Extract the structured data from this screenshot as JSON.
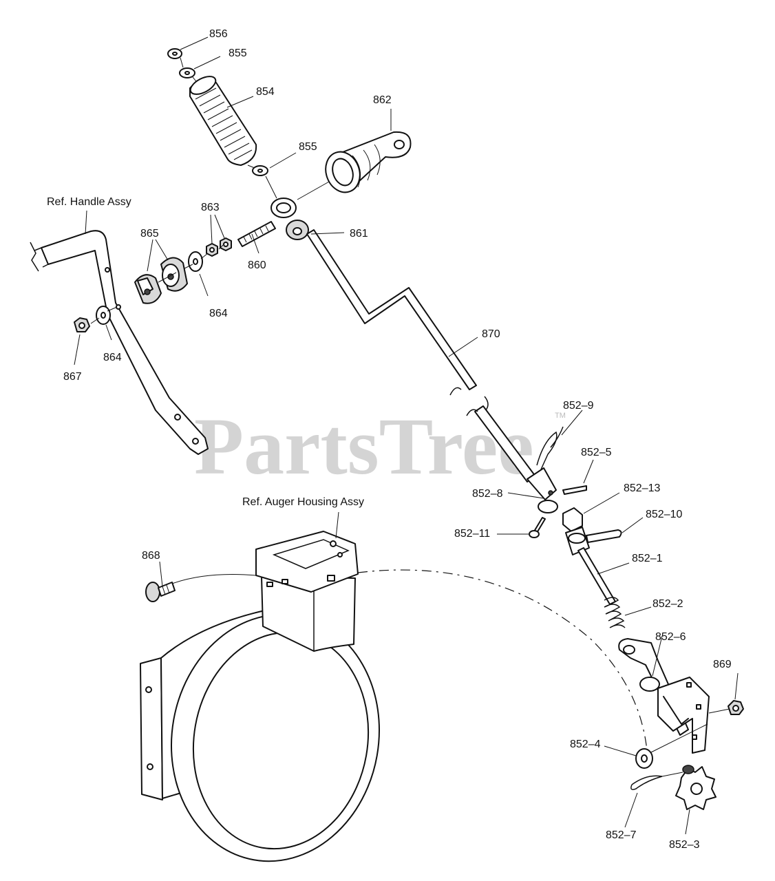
{
  "watermark": {
    "text": "PartsTree",
    "mark": "TM"
  },
  "references": {
    "handle": "Ref. Handle Assy",
    "auger": "Ref. Auger Housing Assy"
  },
  "parts": {
    "p856": "856",
    "p855a": "855",
    "p854": "854",
    "p862": "862",
    "p855b": "855",
    "p863": "863",
    "p865": "865",
    "p861": "861",
    "p860": "860",
    "p864a": "864",
    "p864b": "864",
    "p867": "867",
    "p870": "870",
    "p852_9": "852–9",
    "p852_5": "852–5",
    "p852_8": "852–8",
    "p852_13": "852–13",
    "p852_10": "852–10",
    "p852_11": "852–11",
    "p852_1": "852–1",
    "p868": "868",
    "p852_2": "852–2",
    "p852_6": "852–6",
    "p869": "869",
    "p852_4": "852–4",
    "p852_7": "852–7",
    "p852_3": "852–3"
  },
  "icons": [
    "grip-icon",
    "knob-icon",
    "handle-bar-icon",
    "rod-icon",
    "spring-icon",
    "bracket-icon",
    "gear-icon",
    "auger-housing-icon",
    "carriage-bolt-icon"
  ]
}
